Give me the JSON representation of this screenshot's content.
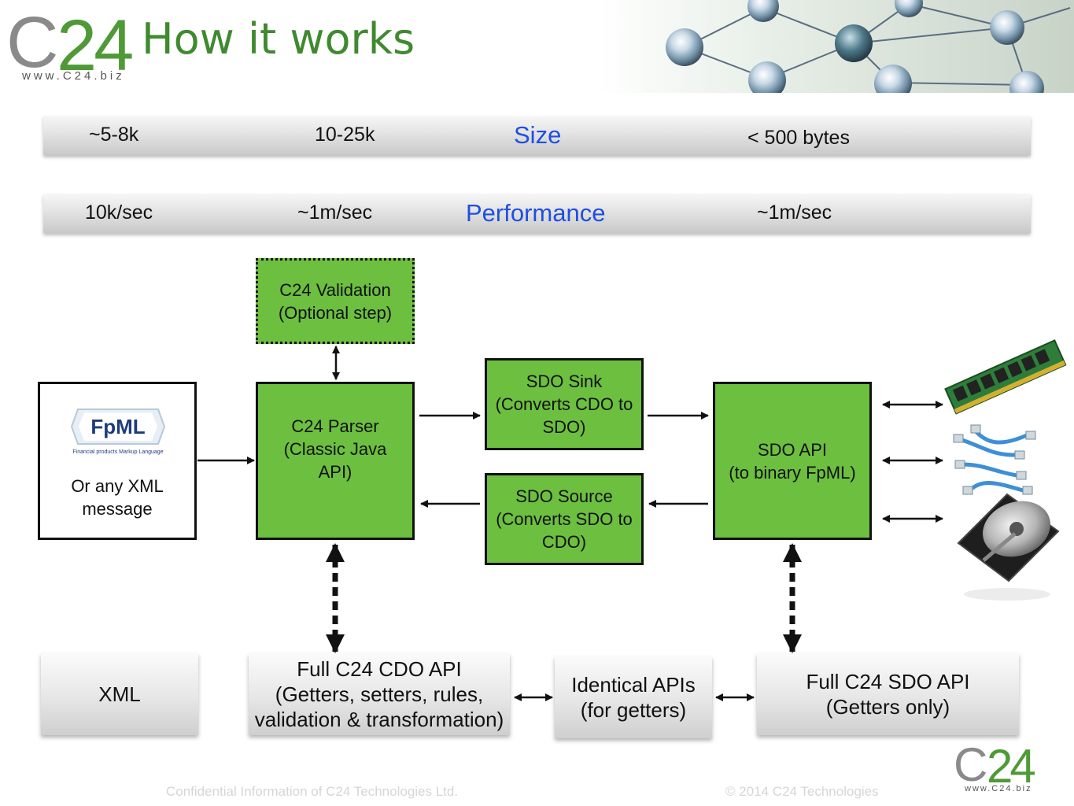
{
  "header": {
    "logo_c": "C",
    "logo_num": "24",
    "logo_url": "www.C24.biz",
    "title": "How it works"
  },
  "size_bar": {
    "label": "Size",
    "values": [
      "~5-8k",
      "10-25k",
      "< 500 bytes"
    ]
  },
  "performance_bar": {
    "label": "Performance",
    "values": [
      "10k/sec",
      "~1m/sec",
      "~1m/sec"
    ]
  },
  "boxes": {
    "xml_input": {
      "fpml_logo": "FpML",
      "fpml_tagline": "Financial products Markup Language",
      "text": "Or any XML\nmessage"
    },
    "validation": "C24 Validation\n(Optional step)",
    "parser": "C24 Parser\n(Classic Java\nAPI)",
    "sdo_sink": "SDO Sink\n(Converts CDO to\nSDO)",
    "sdo_source": "SDO Source\n(Converts SDO to\nCDO)",
    "sdo_api": "SDO API\n(to binary FpML)",
    "xml": "XML",
    "cdo_api": "Full C24 CDO API\n(Getters, setters, rules,\nvalidation & transformation)",
    "identical_apis": "Identical APIs\n(for getters)",
    "sdo_full_api": "Full C24 SDO API\n(Getters only)"
  },
  "storage_icons": [
    "memory-module-icon",
    "network-cables-icon",
    "hard-drive-icon"
  ],
  "network_image": "network-spheres-image",
  "footer": {
    "confidential": "Confidential Information of C24 Technologies Ltd.",
    "copyright": "© 2014 C24 Technologies",
    "logo_c": "C",
    "logo_num": "24",
    "logo_url": "www.C24.biz"
  },
  "colors": {
    "green": "#6cbf3f",
    "title_green": "#3f8a2f",
    "bar_title_blue": "#1f4fe0"
  }
}
